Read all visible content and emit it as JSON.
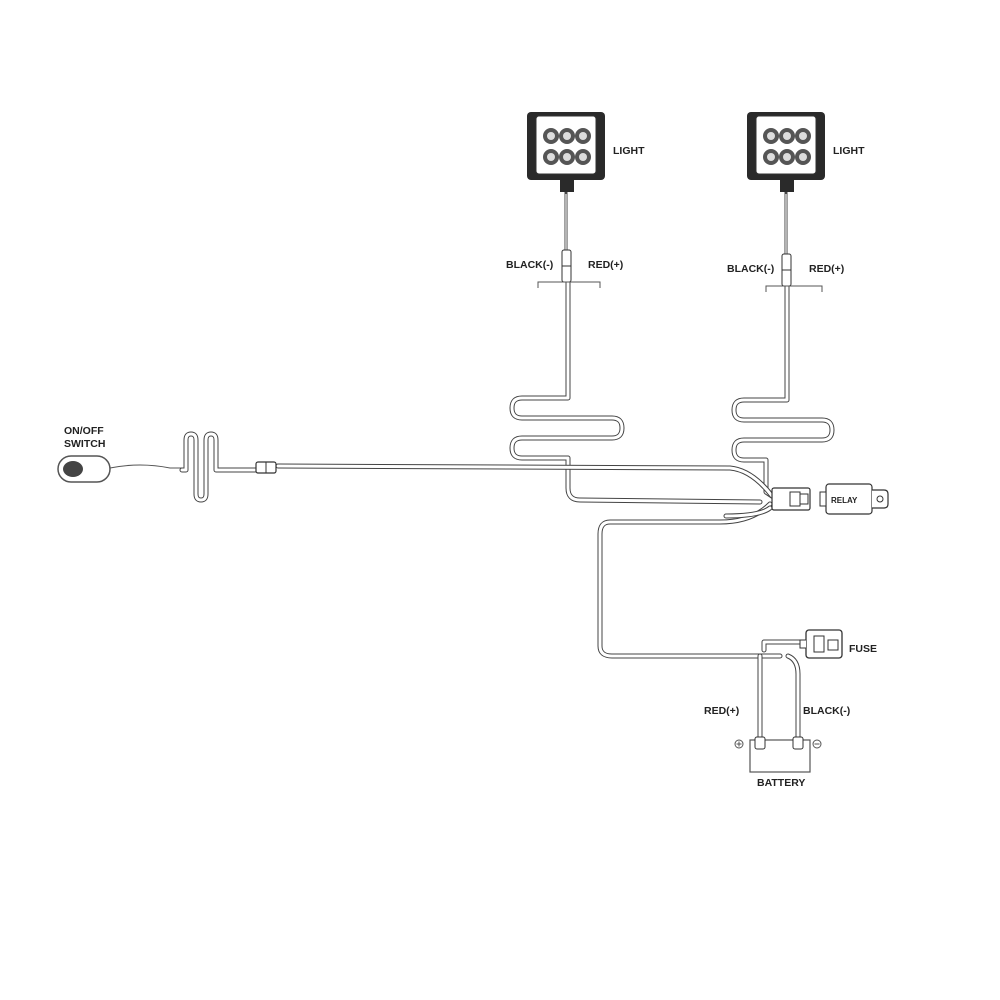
{
  "labels": {
    "light_left": "LIGHT",
    "light_right": "LIGHT",
    "black_left": "BLACK(-)",
    "red_left": "RED(+)",
    "black_right": "BLACK(-)",
    "red_right": "RED(+)",
    "switch_line1": "ON/OFF",
    "switch_line2": "SWITCH",
    "relay": "RELAY",
    "fuse": "FUSE",
    "battery_red": "RED(+)",
    "battery_black": "BLACK(-)",
    "battery": "BATTERY"
  },
  "colors": {
    "line": "#444444",
    "housing": "#2a2a2a",
    "text": "#222222"
  },
  "icons": {
    "light": "led-work-light-icon",
    "switch": "rocker-switch-icon",
    "relay": "relay-icon",
    "fuse": "fuse-holder-icon",
    "battery": "battery-icon"
  }
}
